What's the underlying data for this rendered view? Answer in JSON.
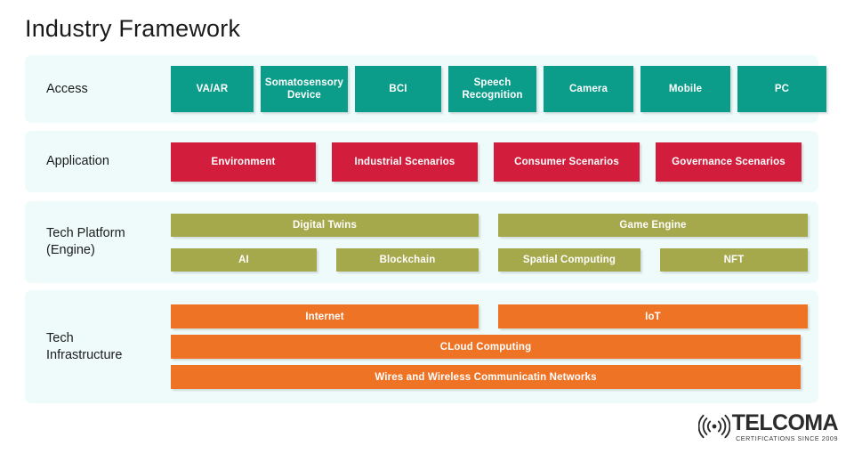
{
  "slide": {
    "title": "Industry Framework",
    "background": "#ffffff",
    "panel_background": "#effbfb"
  },
  "rows": [
    {
      "id": "access",
      "label": "Access",
      "color": "#0c9d8a",
      "items": [
        "VA/AR",
        "Somatosensory Device",
        "BCI",
        "Speech Recognition",
        "Camera",
        "Mobile",
        "PC"
      ]
    },
    {
      "id": "application",
      "label": "Application",
      "color": "#d21d3c",
      "items": [
        "Environment",
        "Industrial Scenarios",
        "Consumer Scenarios",
        "Governance Scenarios"
      ]
    },
    {
      "id": "platform",
      "label": "Tech Platform\n(Engine)",
      "color": "#a5a84b",
      "top_items": [
        "Digital Twins",
        "Game Engine"
      ],
      "bottom_items": [
        "AI",
        "Blockchain",
        "Spatial Computing",
        "NFT"
      ]
    },
    {
      "id": "infrastructure",
      "label": "Tech\nInfrastructure",
      "color": "#ef7325",
      "line1": [
        "Internet",
        "IoT"
      ],
      "line2": "CLoud Computing",
      "line3": "Wires and Wireless Communicatin Networks"
    }
  ],
  "logo": {
    "name": "TELCOMA",
    "tagline": "CERTIFICATIONS SINCE 2009",
    "icon": "signal-waves-icon"
  }
}
